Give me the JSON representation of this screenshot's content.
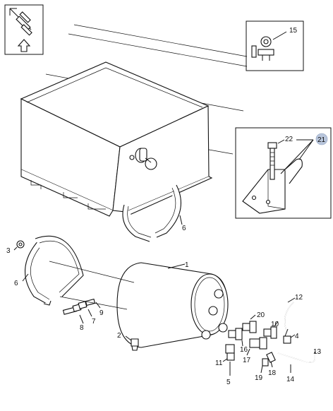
{
  "callouts": {
    "c1": "1",
    "c2": "2",
    "c3": "3",
    "c4": "4",
    "c5": "5",
    "c6a": "6",
    "c6b": "6",
    "c7": "7",
    "c8": "8",
    "c9": "9",
    "c10": "10",
    "c11": "11",
    "c12": "12",
    "c13": "13",
    "c14": "14",
    "c15": "15",
    "c16": "16",
    "c17": "17",
    "c18": "18",
    "c19": "19",
    "c20": "20",
    "c21": "21",
    "c22": "22"
  },
  "icons": {
    "orientation": "truck-orientation-arrow-icon",
    "hydraulic": "hydraulic-symbol-icon"
  },
  "colors": {
    "line": "#111111",
    "highlight_badge": "#b9c6dc"
  }
}
